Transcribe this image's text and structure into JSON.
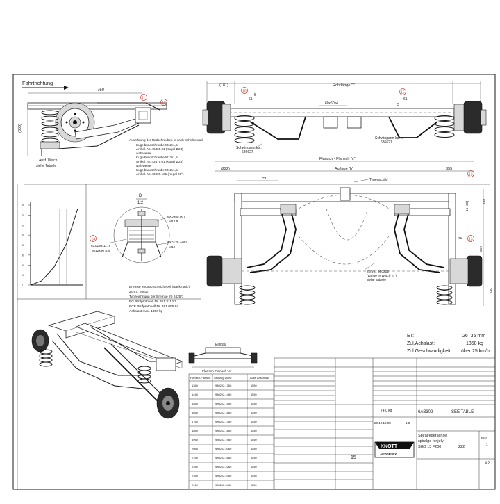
{
  "labels": {
    "fahrtrichtung": "Fahrtrichtung",
    "dim_750": "750",
    "dim_300": "(300)",
    "ausf_wisch": "Ausf. Wisch",
    "siehe_tabelle": "siehe Tabelle",
    "torsion_note": [
      "Ausführung der Radschrauben je nach Scheibenrad:",
      "Kugelbundschraube M12x1,5",
      "Artikel. Nr. 46465.01 (Kugel Ø24)",
      "wahlweise",
      "Kugelbundschraube M12x1,5",
      "Artikel. Nr. 43675.01 (Kugel Ø28)",
      "wahlweise",
      "Kugelbundschraube M12x1,5",
      "Artikel. Nr. 43696.101 (Kegel 60°)"
    ],
    "bolt_1": "6X0193.1179",
    "bolt_1b": "M12x90 8.8",
    "bolt_2": "6X0985.007",
    "bolt_2b": "M12 8",
    "bolt_3": "6X0125.A007",
    "bolt_3b": "M12",
    "detail_d": "D",
    "detail_scale": "1:2",
    "brake_note": [
      "Bremse 200x50 Spreizhebel (Backmatic)",
      "Zchnr. 26617",
      "Typzeichnung der Bremse 20 2425/1",
      "EG Prüfprotokoll Nr. 361 311 93",
      "ECE Prüfprotokoll Nr. 361 006 94",
      "Achslast max. 1350 kg"
    ],
    "einbau": "Einbau",
    "flansch_flansch_c": "Flansch-Flansch \"c\"",
    "dim_181": "(181)",
    "rohrlaenge": "Rohrlänge \"l\"",
    "dim_60x60": "60x60x4",
    "dim_61": "61",
    "dim_5": "5",
    "schwingarm_r": "Schwingarm kpl.",
    "schwingarm_r_nr": "686627",
    "schwingarm_l": "Schwingarm kpl.",
    "schwingarm_l_nr": "686627",
    "flansch_flansch_top": "Flansch - Flansch \"c\"",
    "dim_222": "(222)",
    "auflage_b": "Auflage \"b\"",
    "dim_355": "355",
    "dim_250": "250",
    "typenschild": "Typenschild",
    "dim_15": "15 (25)",
    "dim_168": "168",
    "dim_71": "71",
    "dim_219": "219",
    "dim_240": "240",
    "zchnr_note": [
      "Zchnr.: 980202",
      "(Länge je Wisch \"c\")",
      "siehe Tabelle"
    ],
    "circle_nums": [
      "10",
      "11",
      "12",
      "13",
      "14",
      "15"
    ]
  },
  "specs": {
    "et_label": "ET:",
    "et_value": "26–35 mm",
    "achslast_label": "Zul.Achslast:",
    "achslast_value": "1350 kg",
    "speed_label": "Zul.Geschwindigkeit:",
    "speed_value": "über 25 km/h"
  },
  "table": {
    "headers": [
      "Flansch-Flansch",
      "Sinnzug vorne",
      "Ausf. Anschluss"
    ],
    "rows": [
      [
        "1360",
        "980202.1360",
        "Ø50"
      ],
      [
        "1460",
        "980202.1460",
        "Ø50"
      ],
      [
        "1560",
        "980202.1560",
        "Ø50"
      ],
      [
        "1660",
        "980202.1660",
        "Ø50"
      ],
      [
        "1760",
        "980202.1760",
        "Ø50"
      ],
      [
        "1860",
        "980202.1860",
        "Ø50"
      ],
      [
        "1960",
        "980202.1960",
        "Ø50"
      ],
      [
        "2060",
        "980202.2060",
        "Ø50"
      ],
      [
        "2160",
        "980202.2160",
        "Ø50"
      ],
      [
        "2260",
        "980202.2260",
        "Ø50"
      ],
      [
        "2360",
        "980202.2360",
        "Ø50"
      ],
      [
        "2460",
        "980202.2460",
        "Ø50"
      ]
    ]
  },
  "titleblock": {
    "zeichnung_nr": "6AB302",
    "see_table": "SEE TABLE",
    "title_1": "Spiralfederachse",
    "title_2": "spiralgo fenjely",
    "title_3": "SGB 13 F200",
    "title_num": "222",
    "blatt": "Blatt",
    "blatt_val": "1",
    "format": "A2",
    "gewicht": "74,0 kg",
    "date": "20.12.16.08",
    "scale": "1:5",
    "qty": "15",
    "brand": "KNOTT",
    "brand_sub": "AUTOFLEX"
  },
  "axis_graph": {
    "y_ticks": [
      "0",
      "10",
      "20",
      "30",
      "40",
      "50",
      "60",
      "70",
      "80"
    ]
  }
}
